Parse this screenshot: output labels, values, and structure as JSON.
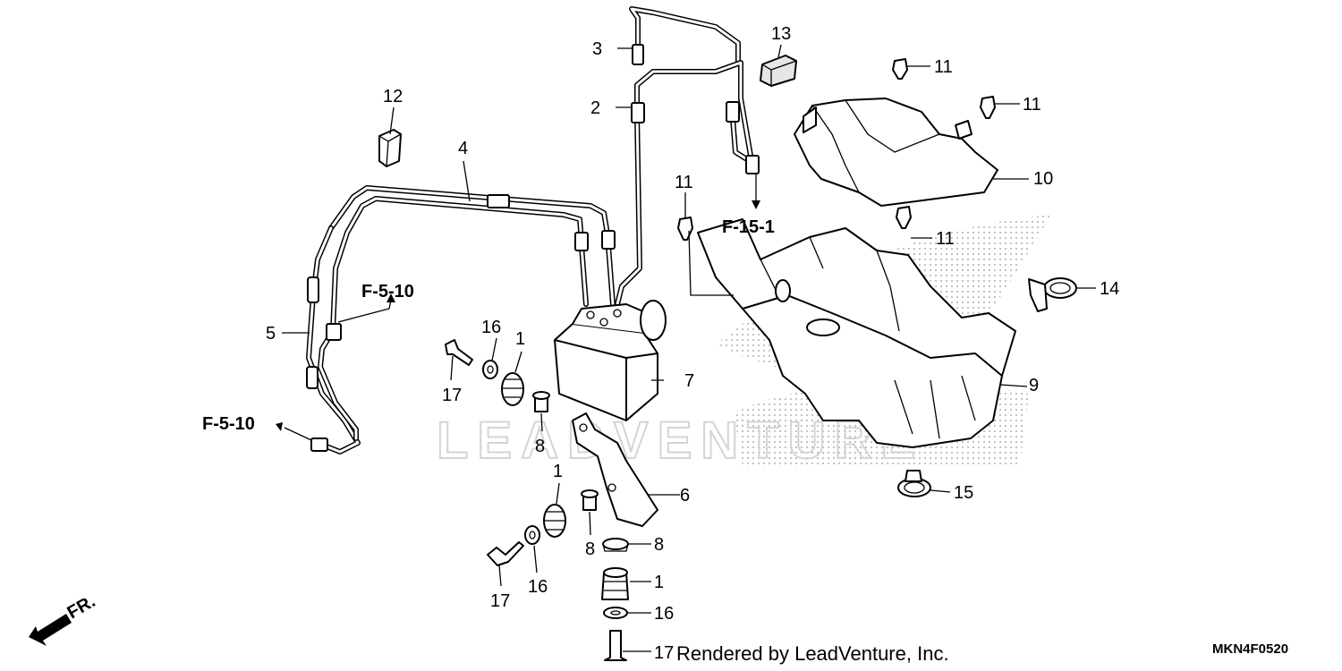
{
  "callouts": {
    "c1a": "1",
    "c1b": "1",
    "c1c": "1",
    "c2": "2",
    "c3": "3",
    "c4": "4",
    "c5": "5",
    "c6": "6",
    "c7": "7",
    "c8a": "8",
    "c8b": "8",
    "c8c": "8",
    "c9": "9",
    "c10": "10",
    "c11a": "11",
    "c11b": "11",
    "c11c": "11",
    "c11d": "11",
    "c12": "12",
    "c13": "13",
    "c14": "14",
    "c15": "15",
    "c16a": "16",
    "c16b": "16",
    "c16c": "16",
    "c17a": "17",
    "c17b": "17",
    "c17c": "17"
  },
  "references": {
    "f151": "F-15-1",
    "f510a": "F-5-10",
    "f510b": "F-5-10"
  },
  "direction_label": "FR.",
  "watermark": "LEADVENTURE",
  "footer": {
    "rendered_by": "Rendered by LeadVenture, Inc.",
    "diagram_code": "MKN4F0520"
  }
}
